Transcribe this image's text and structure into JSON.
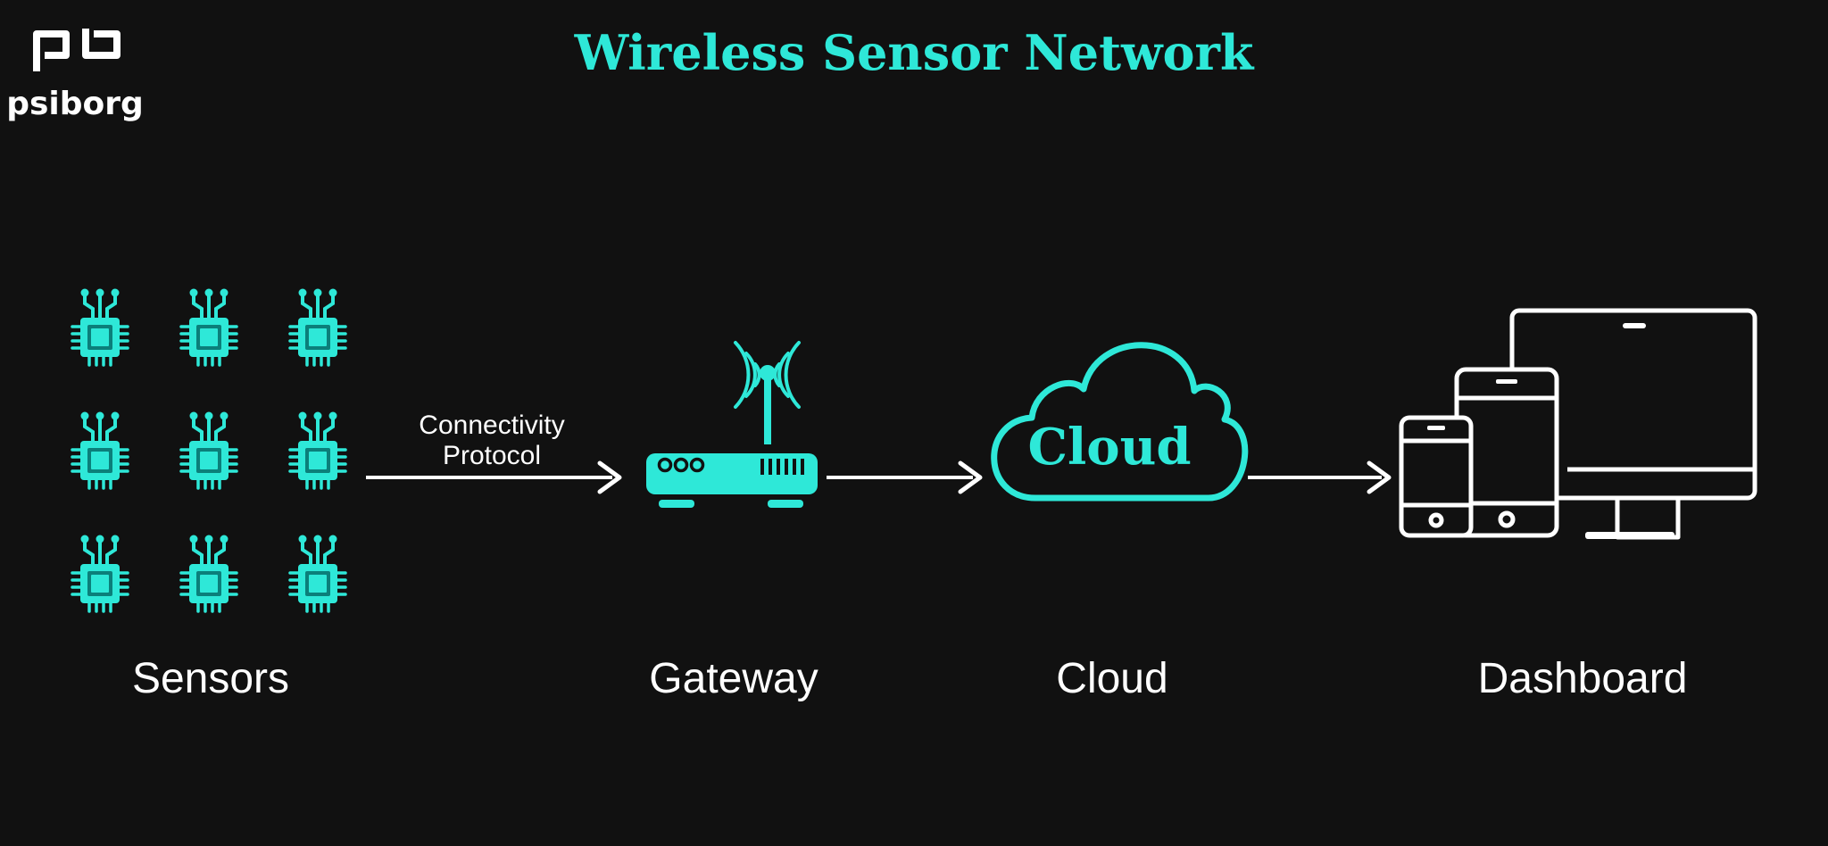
{
  "logo": {
    "text": "psiborg"
  },
  "title": "Wireless Sensor Network",
  "nodes": {
    "sensors": "Sensors",
    "gateway": "Gateway",
    "cloud": "Cloud",
    "dashboard": "Dashboard"
  },
  "cloud_icon_text": "Cloud",
  "edges": {
    "sensors_to_gateway": [
      "Connectivity",
      "Protocol"
    ]
  },
  "sensor_grid": {
    "rows": 3,
    "cols": 3
  },
  "colors": {
    "background": "#111111",
    "accent": "#2EE8D8",
    "foreground": "#FFFFFF",
    "chip_dark": "#0B7F7A"
  },
  "icons": {
    "sensor": "microchip-icon",
    "gateway": "wifi-router-icon",
    "cloud": "cloud-icon",
    "dashboard": "devices-icon",
    "logo": "pb-logo-icon"
  }
}
